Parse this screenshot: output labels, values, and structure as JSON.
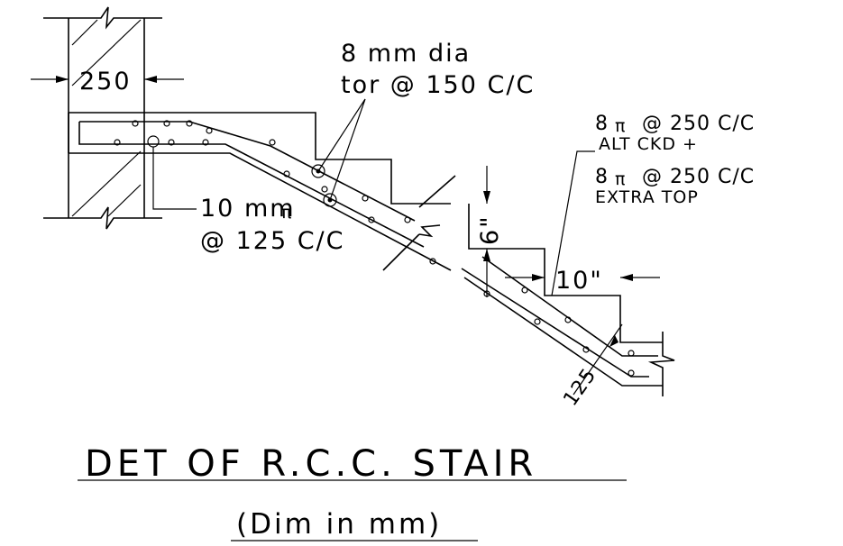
{
  "drawing": {
    "wall_thickness": "250",
    "main_bar_callout": {
      "line1": "8  mm  dia",
      "line2": "tor  @  150  C/C"
    },
    "dist_bar_callout": {
      "line1": "10  mm",
      "line2": "@  125  C/C"
    },
    "top_bar_callout": {
      "line1": "8",
      "line1b": "@  250  C/C",
      "line2": "ALT  CKD  +",
      "line3": "8",
      "line3b": "@  250  C/C",
      "line4": "EXTRA  TOP"
    },
    "riser_dim": "6\"",
    "tread_dim": "10\"",
    "waist_dim": "125"
  },
  "title": "DET  OF  R.C.C.  STAIR",
  "subtitle": "(Dim  in  mm)"
}
